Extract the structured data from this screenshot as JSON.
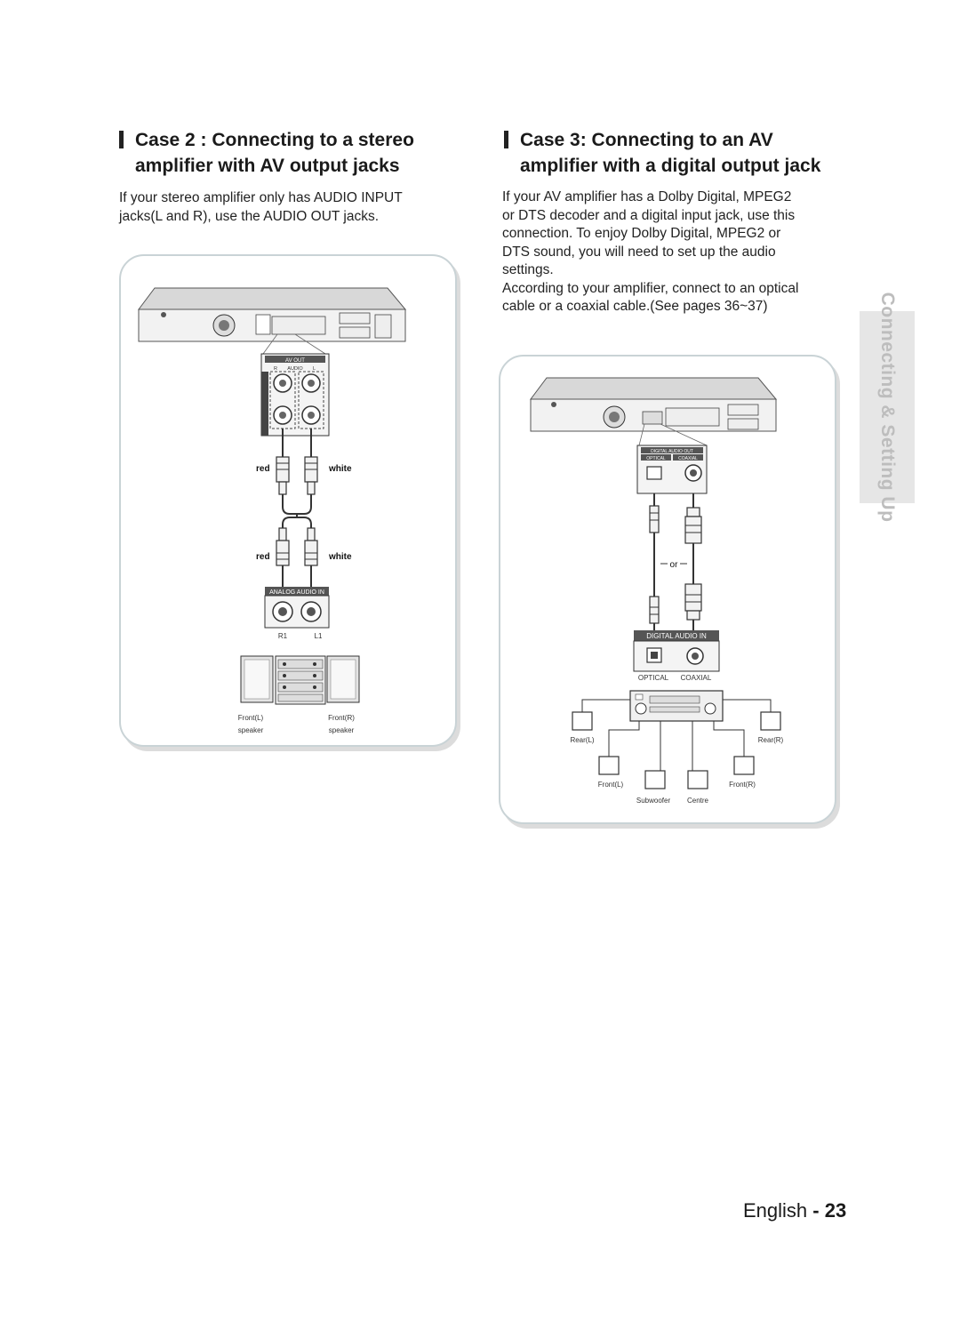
{
  "case2": {
    "title_line1": "Case 2 : Connecting to a stereo",
    "title_line2": "amplifier with AV output jacks",
    "body_line1": "If your stereo amplifier only has AUDIO INPUT",
    "body_line2": "jacks(L and R), use the AUDIO OUT jacks.",
    "diagram": {
      "av_out": "AV OUT",
      "audio_label": "AUDIO",
      "r_mark": "R",
      "l_mark": "L",
      "red_top": "red",
      "white_top": "white",
      "red_bottom": "red",
      "white_bottom": "white",
      "analog_audio_in": "ANALOG  AUDIO IN",
      "r1": "R1",
      "l1": "L1",
      "front_l": "Front(L)",
      "front_l_sub": "speaker",
      "front_r": "Front(R)",
      "front_r_sub": "speaker"
    }
  },
  "case3": {
    "title_line1": "Case 3: Connecting to an AV",
    "title_line2": "amplifier with a digital output jack",
    "body_lines": [
      "If your AV amplifier has a Dolby Digital, MPEG2",
      "or DTS decoder and a digital input jack, use this",
      "connection. To enjoy Dolby Digital, MPEG2 or",
      "DTS sound, you will need to set up the audio",
      "settings.",
      "According to your amplifier, connect to an optical",
      "cable or a coaxial cable.(See pages 36~37)"
    ],
    "diagram": {
      "digital_audio_out": "DIGITAL AUDIO OUT",
      "optical_small": "OPTICAL",
      "coaxial_small": "COAXIAL",
      "or": "or",
      "digital_audio_in": "DIGITAL AUDIO IN",
      "optical": "OPTICAL",
      "coaxial": "COAXIAL",
      "rear_l": "Rear(L)",
      "rear_r": "Rear(R)",
      "front_l": "Front(L)",
      "front_r": "Front(R)",
      "subwoofer": "Subwoofer",
      "centre": "Centre"
    }
  },
  "side_tab": "Connecting & Setting Up",
  "footer": {
    "language": "English",
    "separator": " - ",
    "page_number": "23"
  }
}
